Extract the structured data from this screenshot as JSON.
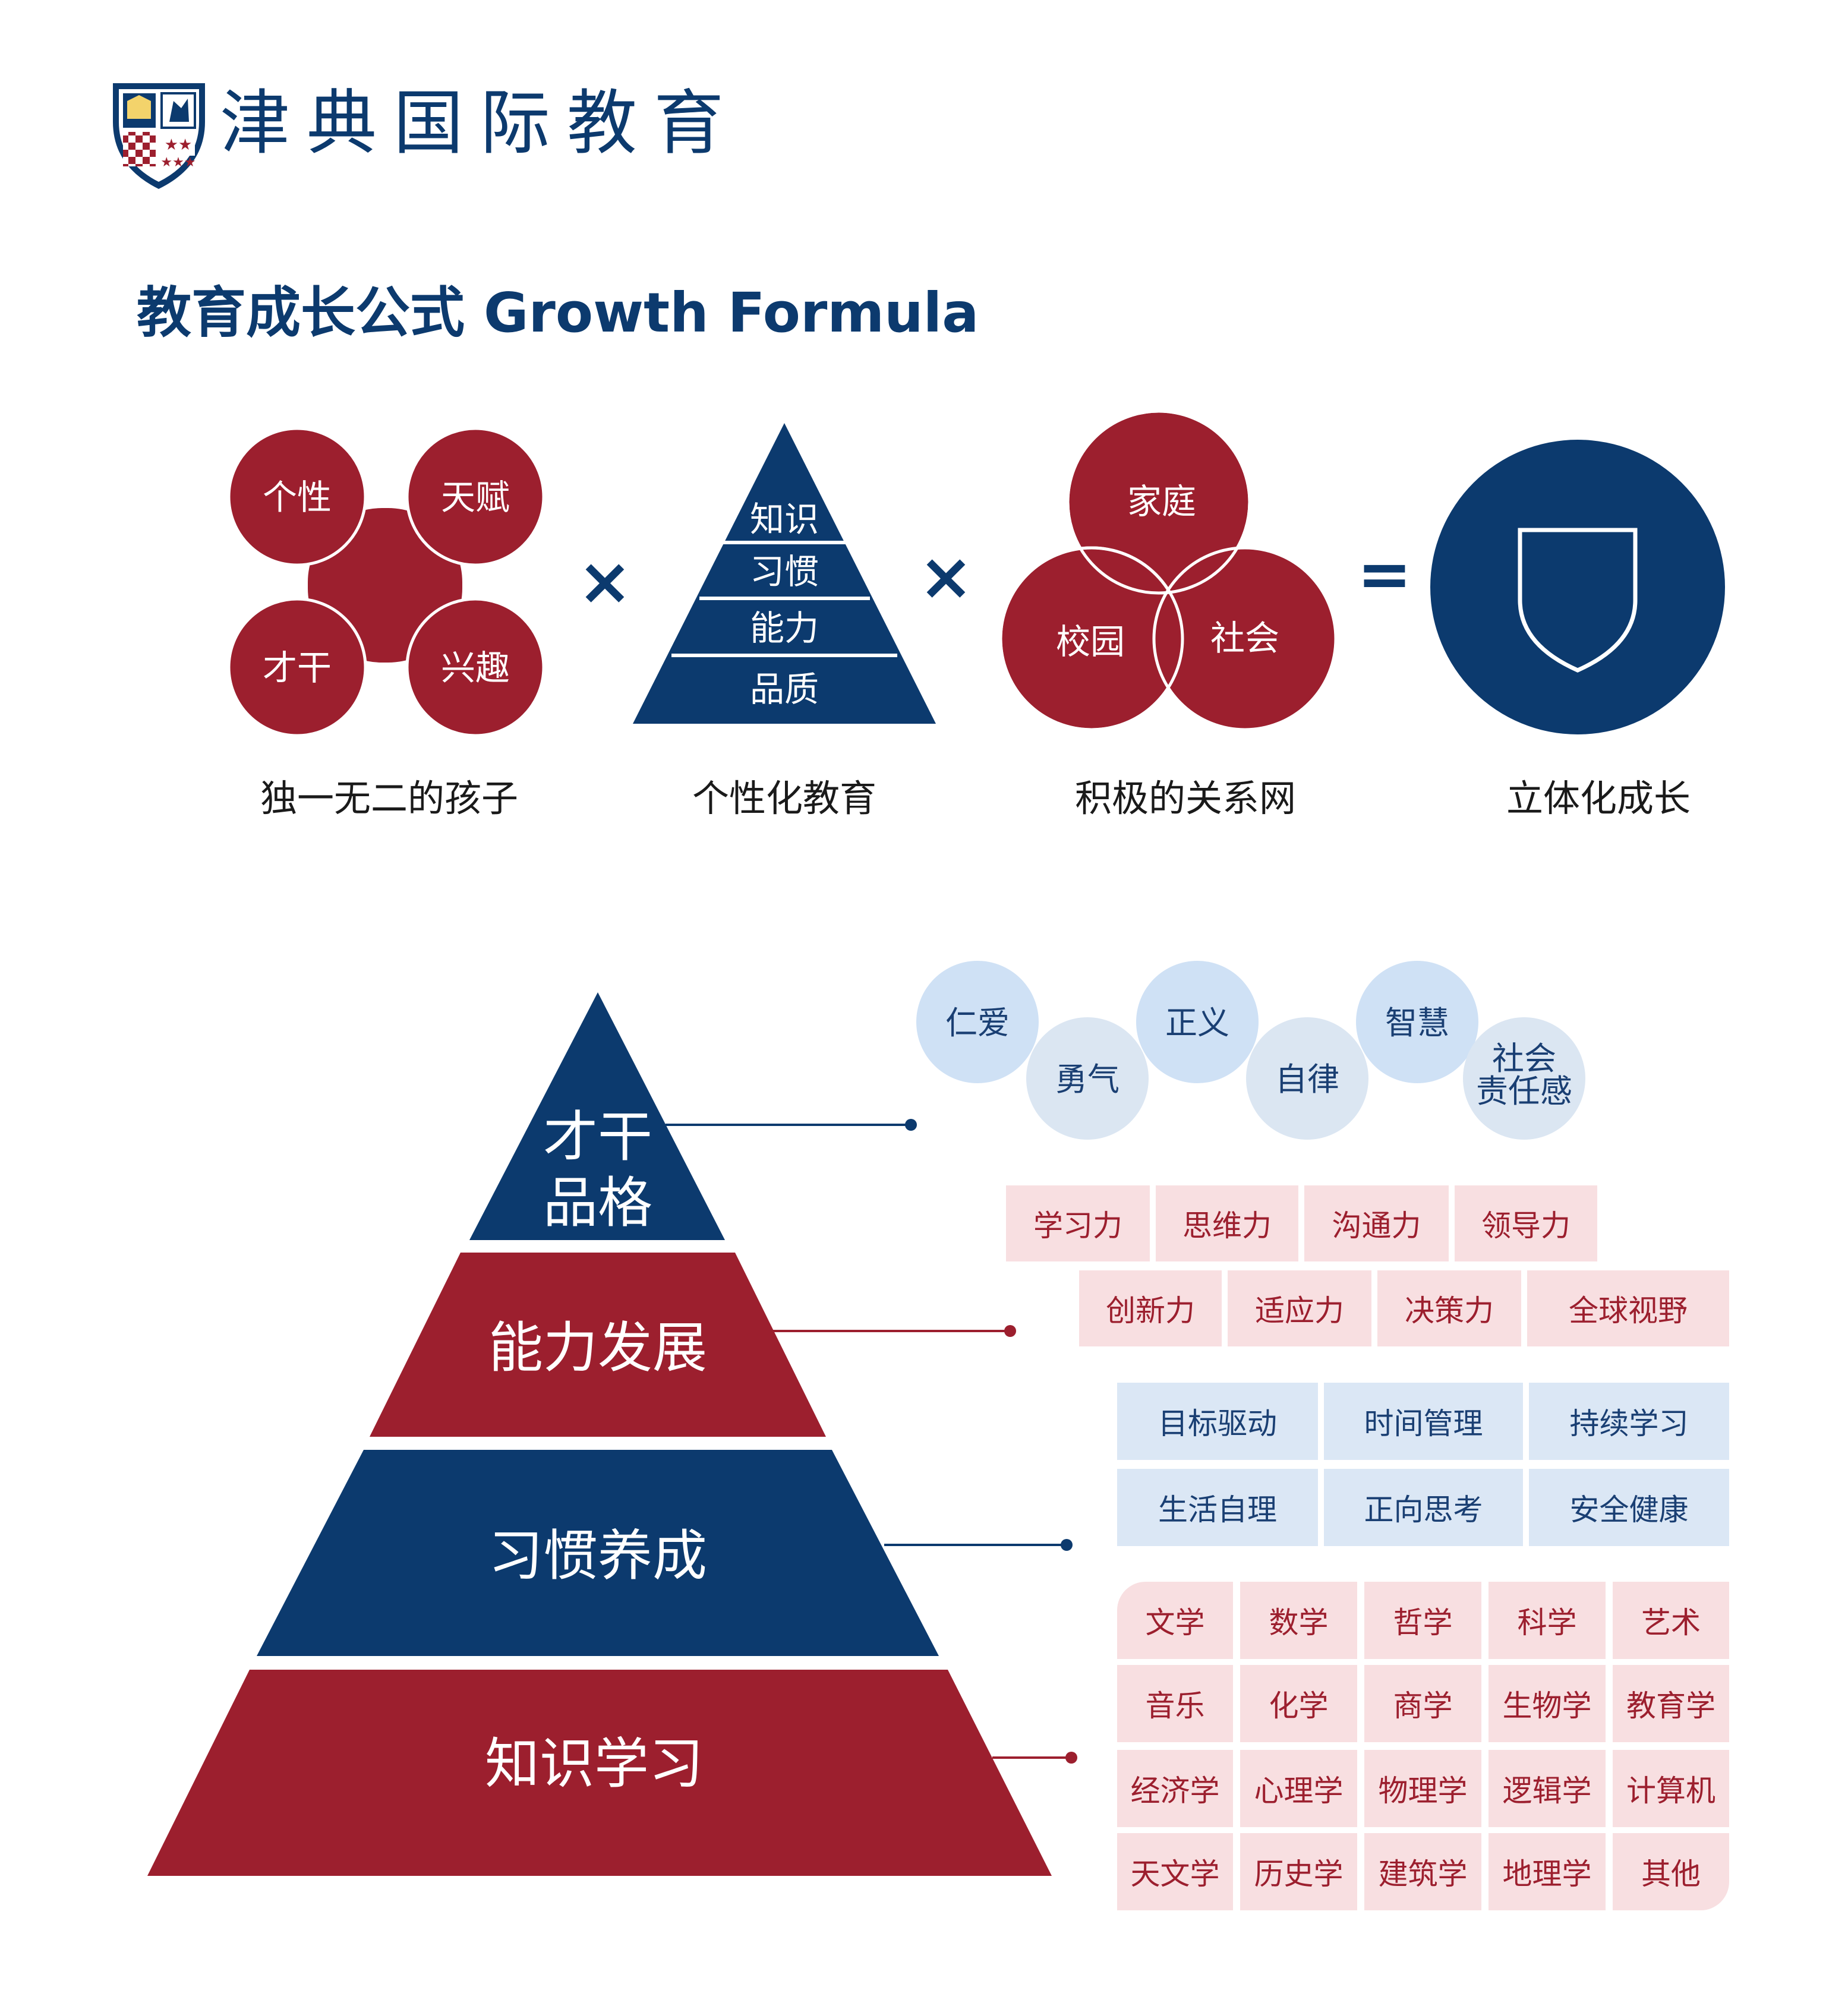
{
  "brand": {
    "name": "津典国际教育"
  },
  "title": "教育成长公式 Growth Formula",
  "formula": {
    "child_traits": [
      "个性",
      "天赋",
      "才干",
      "兴趣"
    ],
    "pyramid_layers": [
      "知识",
      "习惯",
      "能力",
      "品质"
    ],
    "network": [
      "家庭",
      "校园",
      "社会"
    ],
    "operators": {
      "times": "×",
      "equals": "="
    },
    "captions": [
      "独一无二的孩子",
      "个性化教育",
      "积极的关系网",
      "立体化成长"
    ]
  },
  "pyramid": {
    "levels": [
      {
        "line1": "才干",
        "line2": "品格"
      },
      {
        "line1": "能力发展"
      },
      {
        "line1": "习惯养成"
      },
      {
        "line1": "知识学习"
      }
    ]
  },
  "virtues": [
    "仁爱",
    "勇气",
    "正义",
    "自律",
    "智慧",
    "社会",
    "责任感"
  ],
  "abilities": {
    "row1": [
      "学习力",
      "思维力",
      "沟通力",
      "领导力"
    ],
    "row2": [
      "创新力",
      "适应力",
      "决策力",
      "全球视野"
    ]
  },
  "habits": [
    [
      "目标驱动",
      "时间管理",
      "持续学习"
    ],
    [
      "生活自理",
      "正向思考",
      "安全健康"
    ]
  ],
  "subjects": [
    [
      "文学",
      "数学",
      "哲学",
      "科学",
      "艺术"
    ],
    [
      "音乐",
      "化学",
      "商学",
      "生物学",
      "教育学"
    ],
    [
      "经济学",
      "心理学",
      "物理学",
      "逻辑学",
      "计算机"
    ],
    [
      "天文学",
      "历史学",
      "建筑学",
      "地理学",
      "其他"
    ]
  ],
  "colors": {
    "navy": "#0c3a6e",
    "crimson": "#9c1f2e",
    "light_blue": "#cfe1f5",
    "pale_blue": "#dbe7f5",
    "pale_red": "#f8dfe1"
  }
}
